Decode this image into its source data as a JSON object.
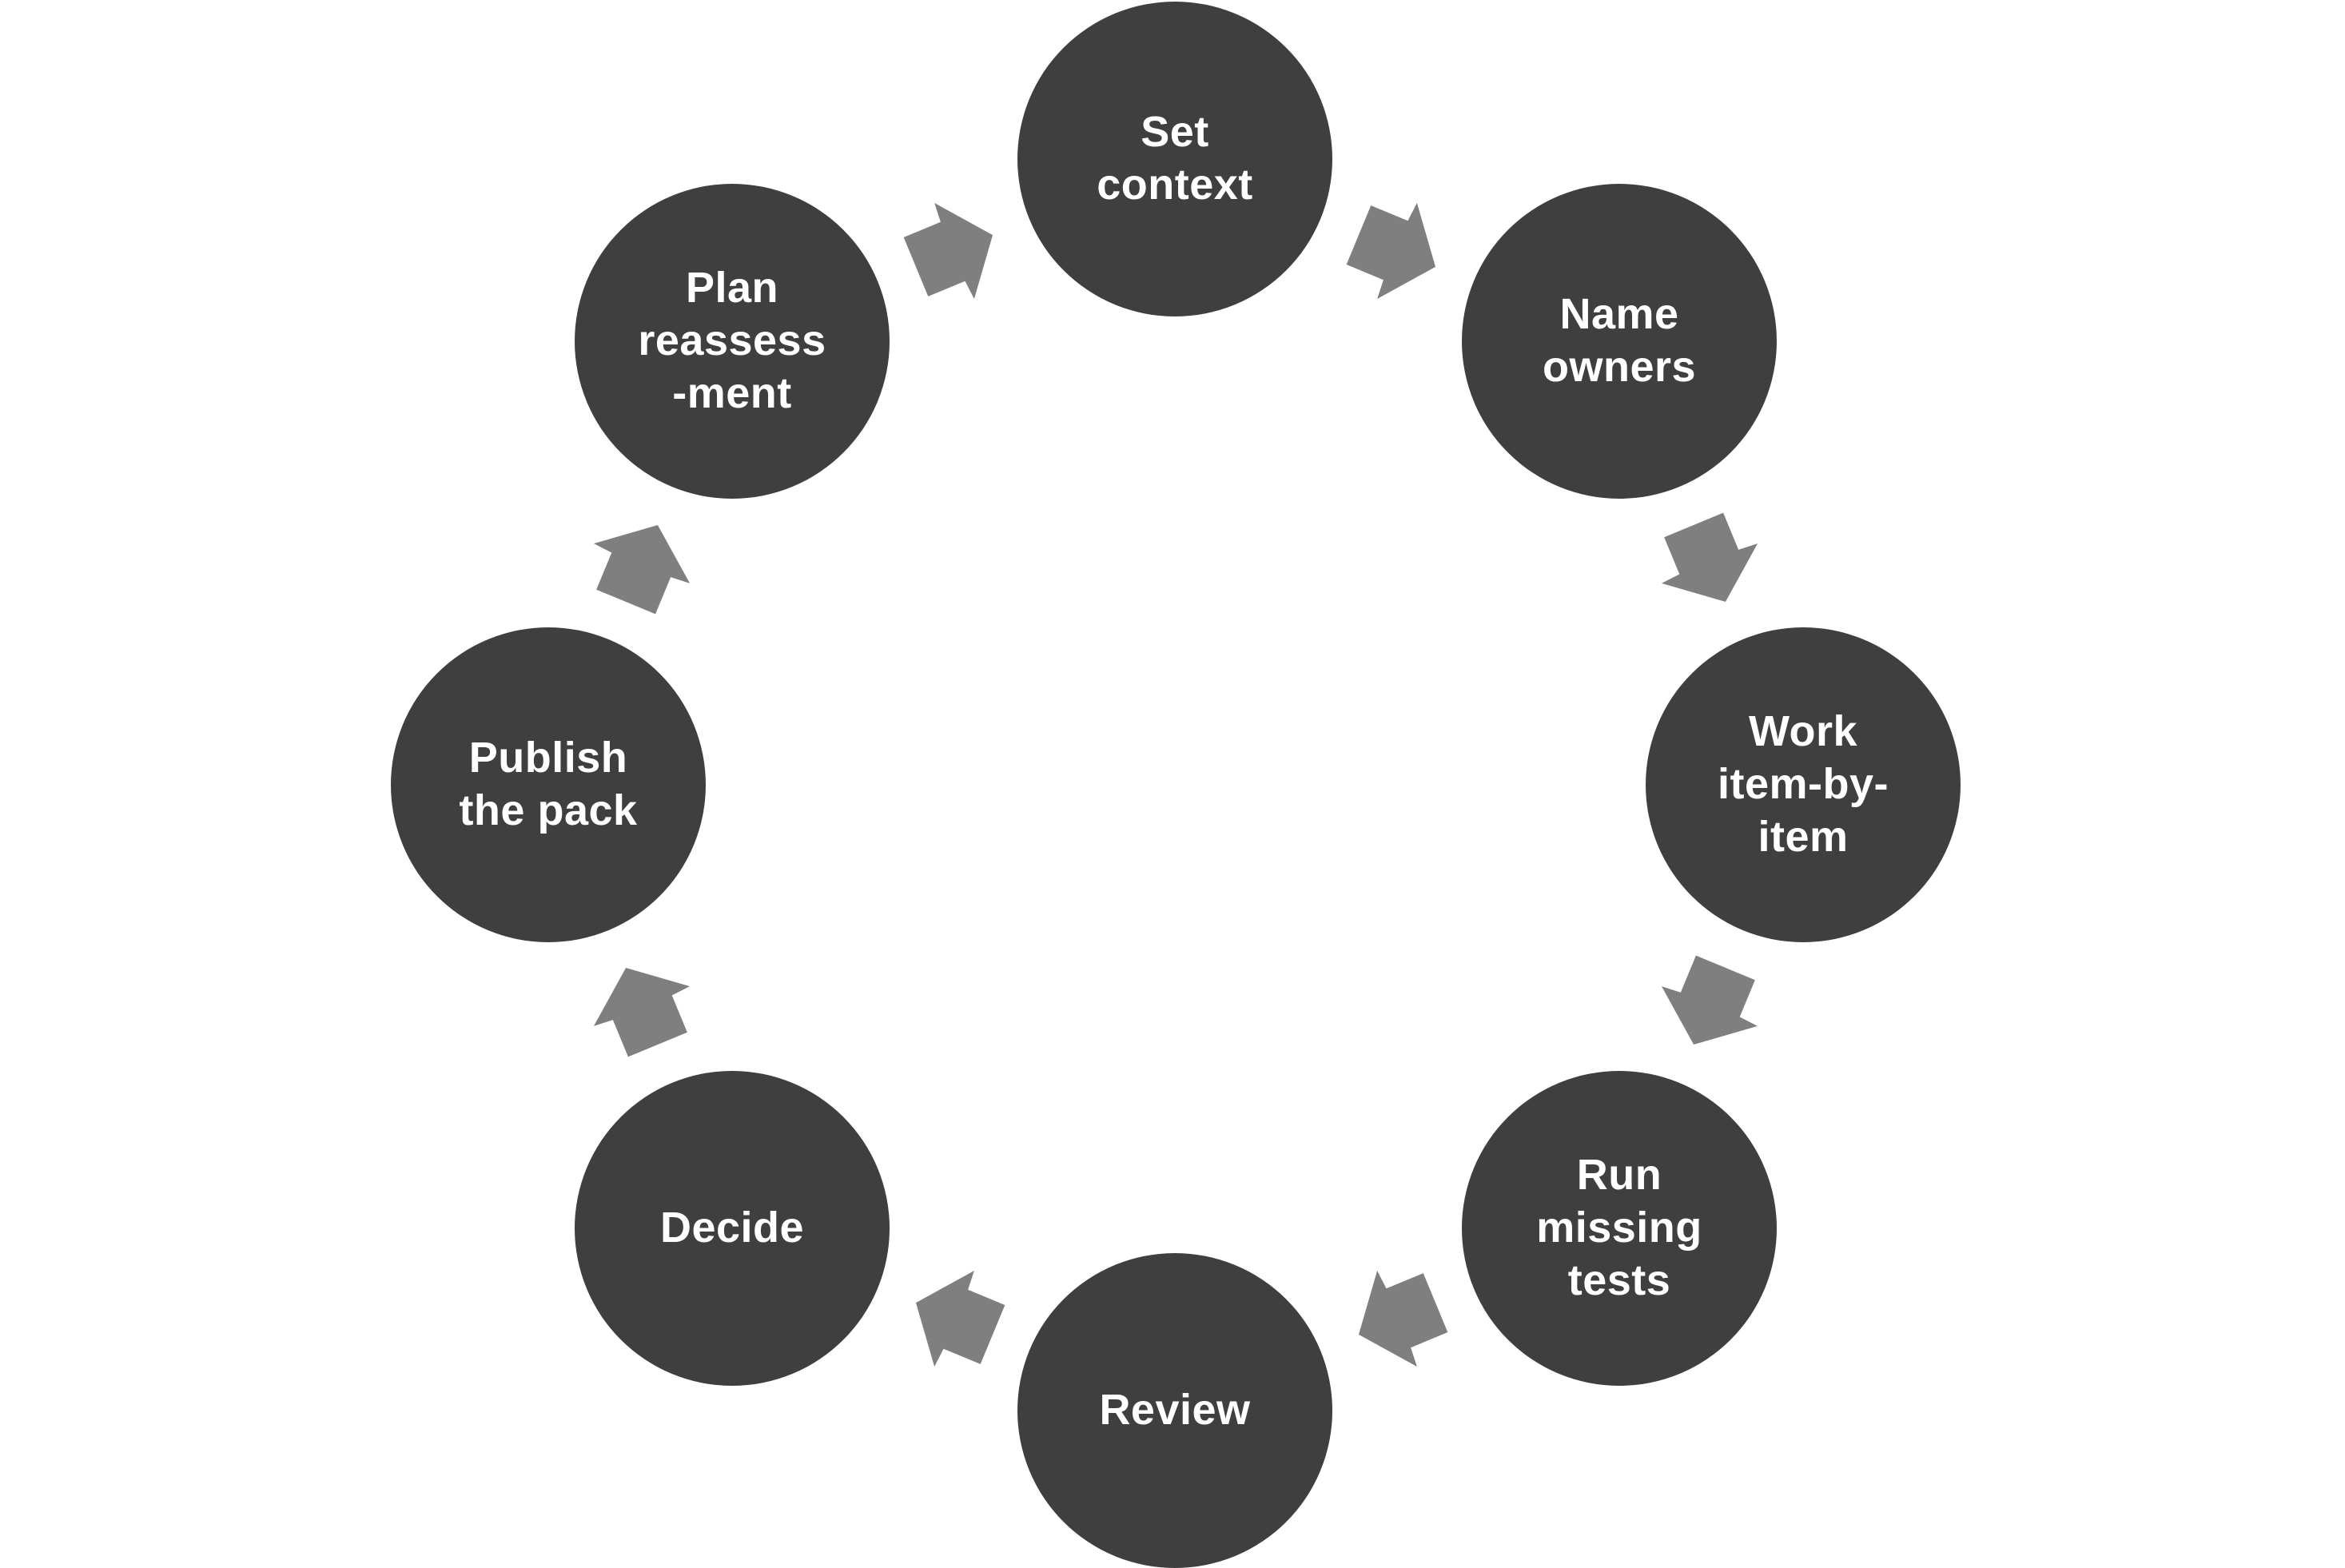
{
  "diagram": {
    "type": "cycle",
    "direction": "clockwise",
    "background_color": "#ffffff",
    "node_color": "#3f3f3f",
    "node_text_color": "#ffffff",
    "arrow_color": "#7f7f7f",
    "steps": [
      {
        "id": "set-context",
        "label": "Set\ncontext",
        "position": "top"
      },
      {
        "id": "name-owners",
        "label": "Name\nowners",
        "position": "top-right"
      },
      {
        "id": "work-item-by-item",
        "label": "Work\nitem-by-\nitem",
        "position": "right"
      },
      {
        "id": "run-missing-tests",
        "label": "Run\nmissing\ntests",
        "position": "bottom-right"
      },
      {
        "id": "review",
        "label": "Review",
        "position": "bottom"
      },
      {
        "id": "decide",
        "label": "Decide",
        "position": "bottom-left"
      },
      {
        "id": "publish-the-pack",
        "label": "Publish\nthe pack",
        "position": "left"
      },
      {
        "id": "plan-reassessment",
        "label": "Plan\nreassess\n-ment",
        "position": "top-left"
      }
    ]
  }
}
